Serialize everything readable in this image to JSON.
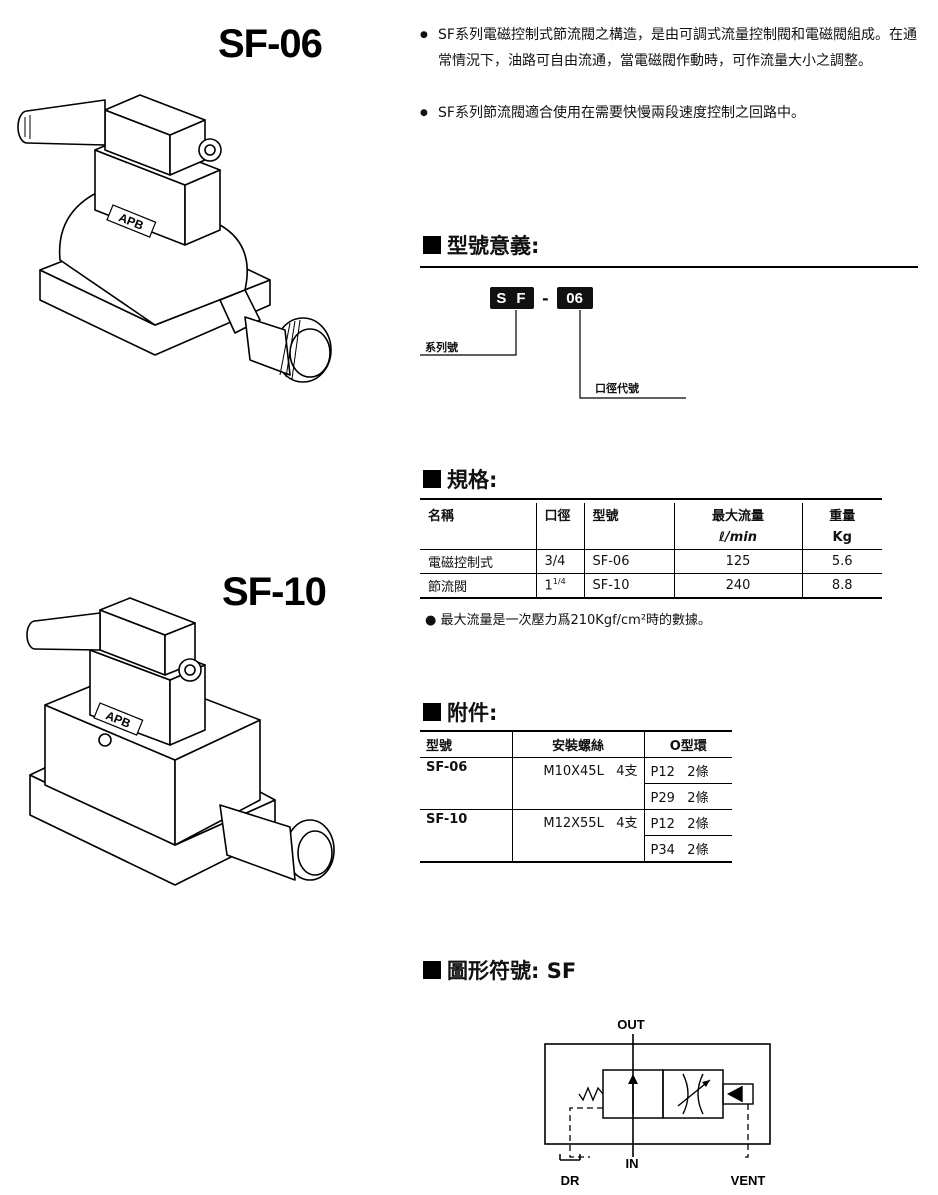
{
  "models": {
    "top": "SF-06",
    "bottom": "SF-10"
  },
  "product_illustration": {
    "brand_mark": "APB"
  },
  "description": [
    "SF系列電磁控制式節流閥之構造，是由可調式流量控制閥和電磁閥組成。在通常情況下，油路可自由流通，當電磁閥作動時，可作流量大小之調整。",
    "SF系列節流閥適合使用在需要快慢兩段速度控制之回路中。"
  ],
  "model_code": {
    "section_title": "型號意義:",
    "series_chars": [
      "S",
      "F"
    ],
    "separator": "-",
    "size_code": "06",
    "series_label": "系列號",
    "size_label": "口徑代號"
  },
  "spec": {
    "section_title": "規格:",
    "headers": [
      "名稱",
      "口徑",
      "型號",
      "最大流量",
      "重量"
    ],
    "units": [
      "",
      "",
      "",
      "ℓ/min",
      "Kg"
    ],
    "name_lines": [
      "電磁控制式",
      "節流閥"
    ],
    "rows": [
      {
        "port": "3/4",
        "model": "SF-06",
        "flow": "125",
        "weight": "5.6"
      },
      {
        "port_whole": "1",
        "port_frac": "1/4",
        "model": "SF-10",
        "flow": "240",
        "weight": "8.8"
      }
    ],
    "note": "最大流量是一次壓力爲210Kgf/cm²時的數據。"
  },
  "accessories": {
    "section_title": "附件:",
    "headers": [
      "型號",
      "安裝螺絲",
      "O型環"
    ],
    "rows": [
      {
        "model": "SF-06",
        "screw": "M10X45L",
        "screw_qty": "4支",
        "orings": [
          [
            "P12",
            "2條"
          ],
          [
            "P29",
            "2條"
          ]
        ]
      },
      {
        "model": "SF-10",
        "screw": "M12X55L",
        "screw_qty": "4支",
        "orings": [
          [
            "P12",
            "2條"
          ],
          [
            "P34",
            "2條"
          ]
        ]
      }
    ]
  },
  "symbol": {
    "section_title": "圖形符號: SF",
    "ports": {
      "out": "OUT",
      "in": "IN",
      "dr": "DR",
      "vent": "VENT"
    }
  }
}
